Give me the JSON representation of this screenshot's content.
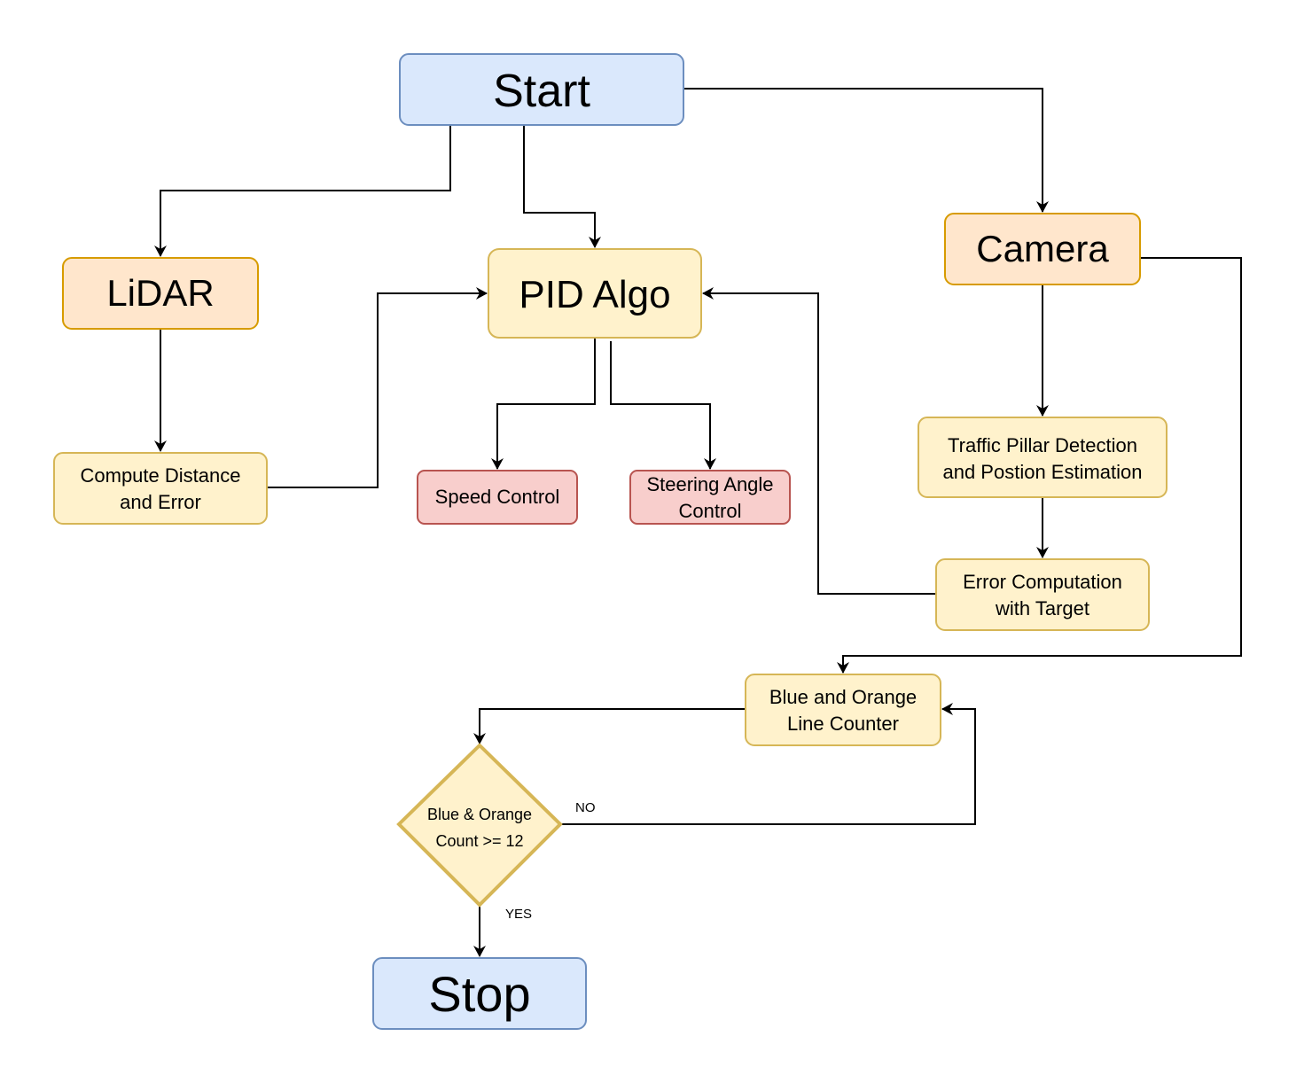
{
  "colors": {
    "terminal_fill": "#dae8fc",
    "terminal_stroke": "#6c8ebf",
    "sensor_fill": "#ffe6cc",
    "sensor_stroke": "#d79b00",
    "process_fill": "#fff2cc",
    "process_stroke": "#d6b656",
    "output_fill": "#f8cecc",
    "output_stroke": "#b85450",
    "edge": "#000000"
  },
  "nodes": {
    "start": {
      "label": "Start",
      "shape": "rounded-rect",
      "style": "terminal"
    },
    "lidar": {
      "label": "LiDAR",
      "shape": "rounded-rect",
      "style": "sensor"
    },
    "pid": {
      "label": "PID Algo",
      "shape": "rounded-rect",
      "style": "process"
    },
    "camera": {
      "label": "Camera",
      "shape": "rounded-rect",
      "style": "sensor"
    },
    "compute_distance": {
      "lines": [
        "Compute Distance",
        "and Error"
      ],
      "shape": "rounded-rect",
      "style": "process"
    },
    "speed_control": {
      "label": "Speed Control",
      "shape": "rounded-rect",
      "style": "output"
    },
    "steering_control": {
      "lines": [
        "Steering Angle",
        "Control"
      ],
      "shape": "rounded-rect",
      "style": "output"
    },
    "traffic_pillar": {
      "lines": [
        "Traffic Pillar Detection",
        "and Postion Estimation"
      ],
      "shape": "rounded-rect",
      "style": "process"
    },
    "error_computation": {
      "lines": [
        "Error Computation",
        "with Target"
      ],
      "shape": "rounded-rect",
      "style": "process"
    },
    "line_counter": {
      "lines": [
        "Blue and Orange",
        "Line Counter"
      ],
      "shape": "rounded-rect",
      "style": "process"
    },
    "decision": {
      "lines": [
        "Blue & Orange",
        "Count >= 12"
      ],
      "shape": "diamond",
      "style": "process"
    },
    "stop": {
      "label": "Stop",
      "shape": "rounded-rect",
      "style": "terminal"
    }
  },
  "edges": [
    {
      "from": "start",
      "to": "lidar"
    },
    {
      "from": "start",
      "to": "pid"
    },
    {
      "from": "start",
      "to": "camera"
    },
    {
      "from": "lidar",
      "to": "compute_distance"
    },
    {
      "from": "compute_distance",
      "to": "pid"
    },
    {
      "from": "pid",
      "to": "speed_control"
    },
    {
      "from": "pid",
      "to": "steering_control"
    },
    {
      "from": "camera",
      "to": "traffic_pillar"
    },
    {
      "from": "traffic_pillar",
      "to": "error_computation"
    },
    {
      "from": "error_computation",
      "to": "pid"
    },
    {
      "from": "camera",
      "to": "line_counter"
    },
    {
      "from": "line_counter",
      "to": "decision"
    },
    {
      "from": "decision",
      "to": "line_counter",
      "label": "NO"
    },
    {
      "from": "decision",
      "to": "stop",
      "label": "YES"
    }
  ]
}
